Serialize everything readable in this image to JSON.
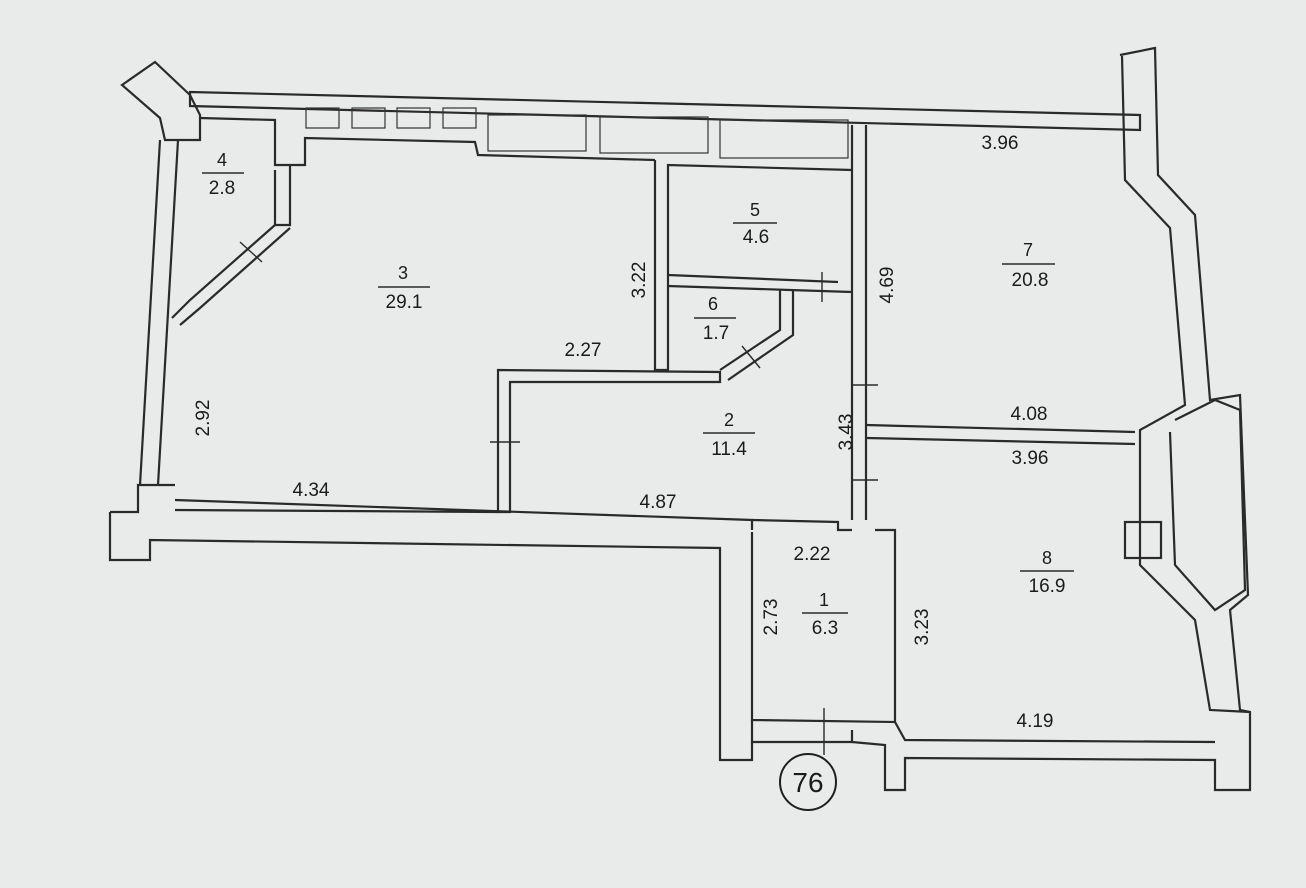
{
  "plan": {
    "apartment_number": "76",
    "rooms": [
      {
        "id": "r1",
        "number": "1",
        "area": "6.3"
      },
      {
        "id": "r2",
        "number": "2",
        "area": "11.4"
      },
      {
        "id": "r3",
        "number": "3",
        "area": "29.1"
      },
      {
        "id": "r4",
        "number": "4",
        "area": "2.8"
      },
      {
        "id": "r5",
        "number": "5",
        "area": "4.6"
      },
      {
        "id": "r6",
        "number": "6",
        "area": "1.7"
      },
      {
        "id": "r7",
        "number": "7",
        "area": "20.8"
      },
      {
        "id": "r8",
        "number": "8",
        "area": "16.9"
      }
    ],
    "dimensions": {
      "d_3_96_top": "3.96",
      "d_3_22": "3.22",
      "d_4_69": "4.69",
      "d_2_27": "2.27",
      "d_2_92": "2.92",
      "d_4_34": "4.34",
      "d_4_87": "4.87",
      "d_3_43": "3.43",
      "d_4_08": "4.08",
      "d_3_96_mid": "3.96",
      "d_2_22": "2.22",
      "d_2_73": "2.73",
      "d_3_23": "3.23",
      "d_4_19": "4.19"
    }
  }
}
